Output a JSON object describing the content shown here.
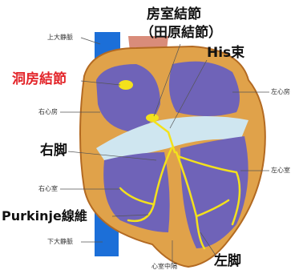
{
  "labels": {
    "superior_vena_cava": "上大静脈",
    "sinoatrial_node": "洞房結節",
    "right_atrium": "右心房",
    "right_bundle": "右脚",
    "right_ventricle": "右心室",
    "purkinje": "Purkinje線維",
    "inferior_vena_cava": "下大静脈",
    "av_node": "房室結節",
    "av_node_alt": "（田原結節）",
    "his_bundle": "His束",
    "left_atrium": "左心房",
    "left_ventricle": "左心室",
    "septum": "心室中隔",
    "left_bundle": "左脚"
  },
  "colors": {
    "conduction": "#f3e11c",
    "sa_node_label": "#e3262b",
    "vena_cava": "#1c6fd8",
    "muscle": "#e0a24a",
    "chamber": "#6f63b8",
    "valve": "#cfe6f0"
  }
}
